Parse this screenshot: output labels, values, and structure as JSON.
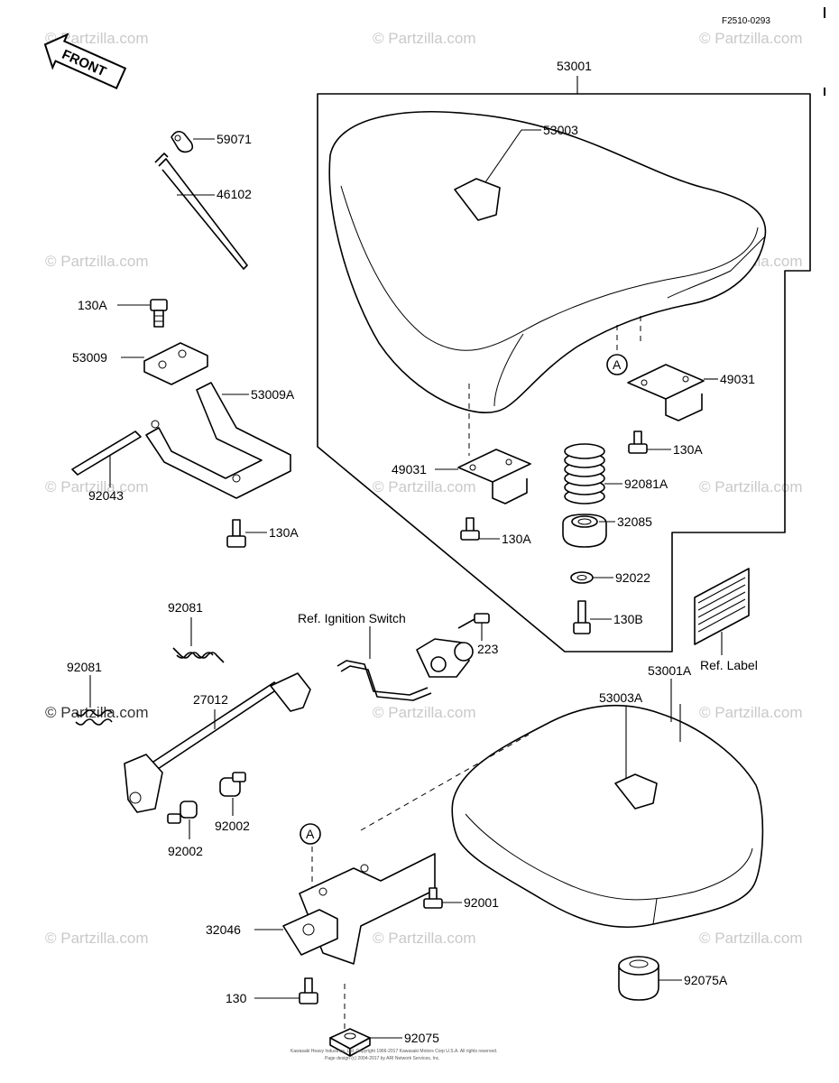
{
  "diagram_code": "F2510-0293",
  "front_label": "FRONT",
  "watermark": "© Partzilla.com",
  "callout_a": "A",
  "callouts": {
    "p59071": "59071",
    "p46102": "46102",
    "p130A_top": "130A",
    "p53009": "53009",
    "p53009A": "53009A",
    "p92043": "92043",
    "p130A_left": "130A",
    "p53001": "53001",
    "p53003": "53003",
    "p49031_right": "49031",
    "p130A_right": "130A",
    "p49031_left": "49031",
    "p92081A": "92081A",
    "p130A_mid": "130A",
    "p32085": "32085",
    "p92022": "92022",
    "p130B": "130B",
    "ref_label": "Ref. Label",
    "ref_ignition": "Ref. Ignition Switch",
    "p223": "223",
    "p92081_top": "92081",
    "p92081_left": "92081",
    "p27012": "27012",
    "p92002_right": "92002",
    "p92002_left": "92002",
    "p53001A": "53001A",
    "p53003A": "53003A",
    "p92001": "92001",
    "p32046": "32046",
    "p130": "130",
    "p92075A": "92075A",
    "p92075": "92075"
  },
  "footer": {
    "line1": "Kawasaki Heavy Industries, Ltd. Copyright 1966-2017 Kawasaki Motors Corp U.S.A. All rights reserved.",
    "line2": "Page design (c) 2004-2017 by ARI Network Services, Inc."
  }
}
